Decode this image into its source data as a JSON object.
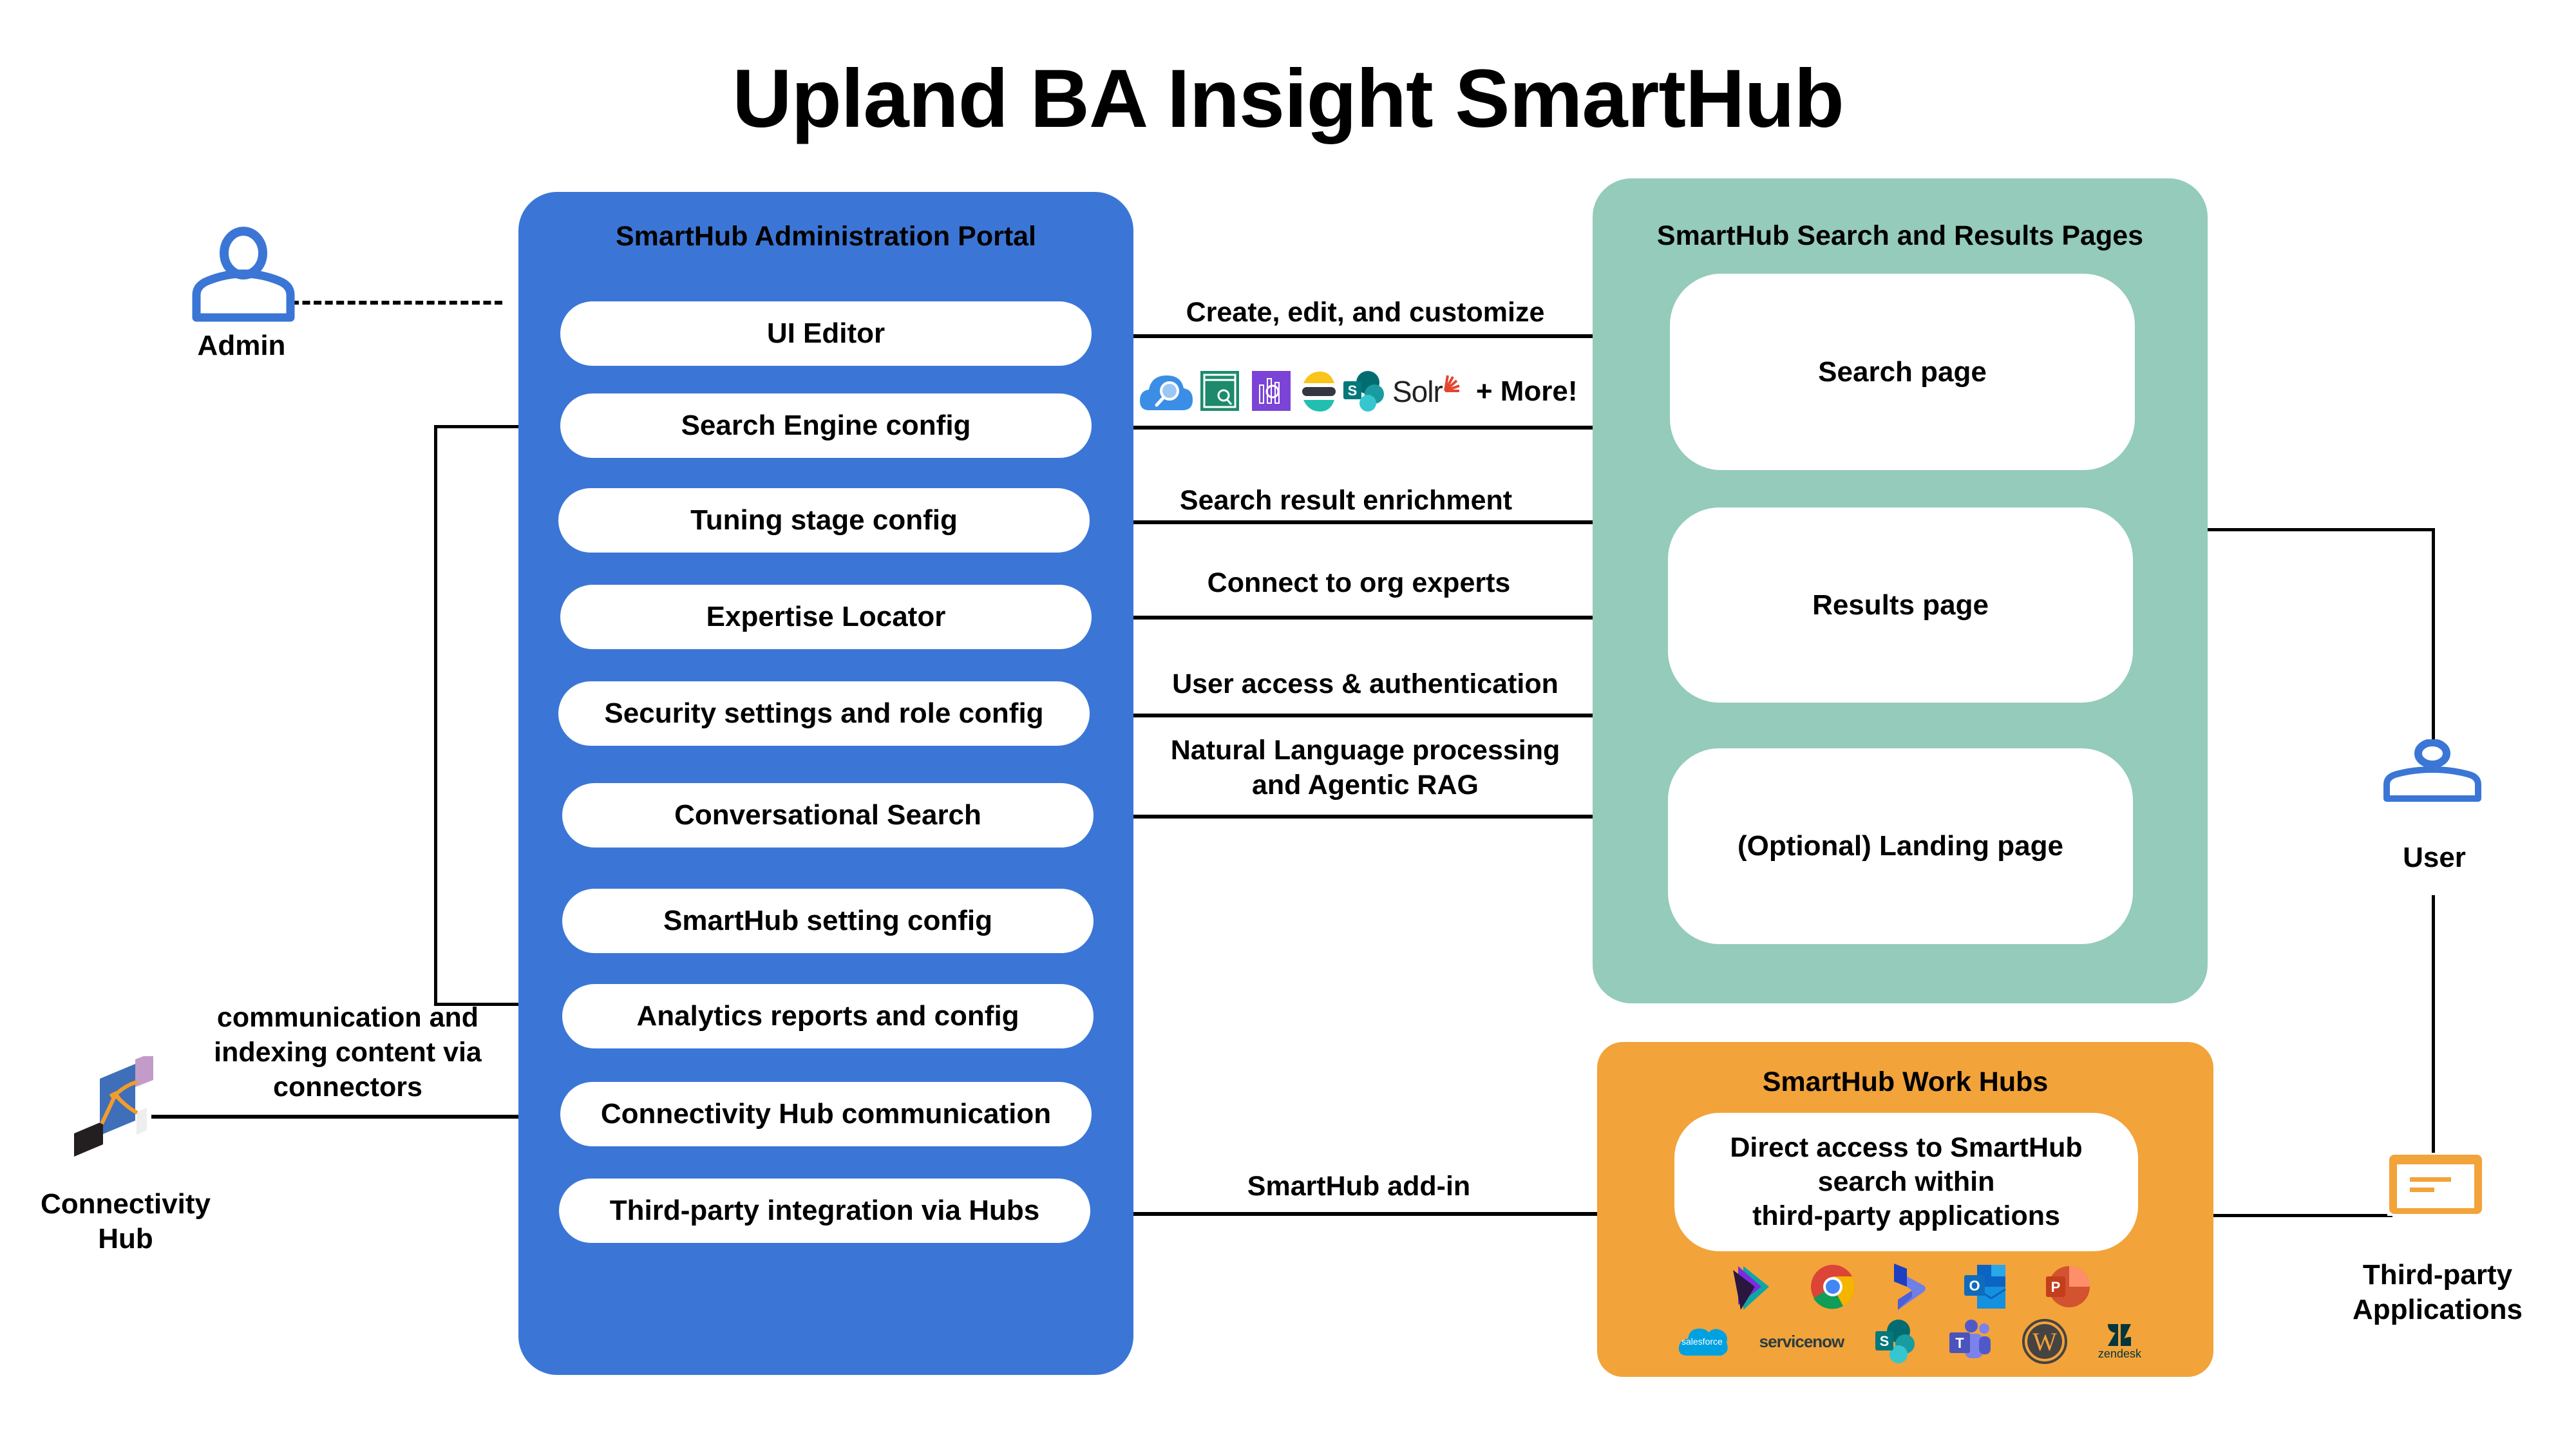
{
  "title": "Upland BA Insight SmartHub",
  "colors": {
    "admin_portal": "#3B76D6",
    "search_pages": "#94CBBA",
    "work_hubs": "#F2A33A",
    "actor_icon_blue": "#3B76D6",
    "third_party_icon_orange": "#F2A33A"
  },
  "actors": {
    "admin": {
      "label": "Admin",
      "icon": "person-icon"
    },
    "user": {
      "label": "User",
      "icon": "person-icon"
    },
    "connectivity_hub": {
      "label_line1": "Connectivity",
      "label_line2": "Hub",
      "icon": "connectivity-hub-logo"
    },
    "third_party": {
      "label_line1": "Third-party",
      "label_line2": "Applications",
      "icon": "application-window-icon"
    }
  },
  "admin_portal": {
    "title": "SmartHub Administration Portal",
    "items": [
      {
        "label": "UI Editor"
      },
      {
        "label": "Search Engine config"
      },
      {
        "label": "Tuning stage config"
      },
      {
        "label": "Expertise Locator"
      },
      {
        "label": "Security settings and role config"
      },
      {
        "label": "Conversational Search"
      },
      {
        "label": "SmartHub setting config"
      },
      {
        "label": "Analytics reports and config"
      },
      {
        "label": "Connectivity Hub communication"
      },
      {
        "label": "Third-party integration via Hubs"
      }
    ]
  },
  "connections": {
    "ui_editor": "Create, edit, and customize",
    "search_engine_more": "+ More!",
    "search_engine_logos": [
      "azure-cognitive-search",
      "amazon-kendra",
      "aws-opensearch",
      "elasticsearch",
      "sharepoint",
      "solr"
    ],
    "solr_text": "Solr",
    "tuning": "Search result enrichment",
    "expertise": "Connect to org experts",
    "security": "User access & authentication",
    "conversational_line1": "Natural Language processing",
    "conversational_line2": "and Agentic RAG",
    "third_party": "SmartHub add-in",
    "connectivity_line1": "communication and",
    "connectivity_line2": "indexing content via",
    "connectivity_line3": "connectors"
  },
  "search_pages": {
    "title": "SmartHub Search and Results Pages",
    "pages": [
      {
        "label": "Search page"
      },
      {
        "label": "Results page"
      },
      {
        "label": "(Optional) Landing page"
      }
    ]
  },
  "work_hubs": {
    "title": "SmartHub Work Hubs",
    "desc_line1": "Direct access to SmartHub",
    "desc_line2": "search within",
    "desc_line3": "third-party applications",
    "apps_row1": [
      "power-apps",
      "chrome",
      "dynamics-365",
      "outlook",
      "powerpoint"
    ],
    "apps_row2": [
      "salesforce",
      "servicenow",
      "sharepoint",
      "teams",
      "wordpress",
      "zendesk"
    ],
    "salesforce_text": "salesforce",
    "servicenow_text": "servicenow",
    "zendesk_text": "zendesk"
  }
}
